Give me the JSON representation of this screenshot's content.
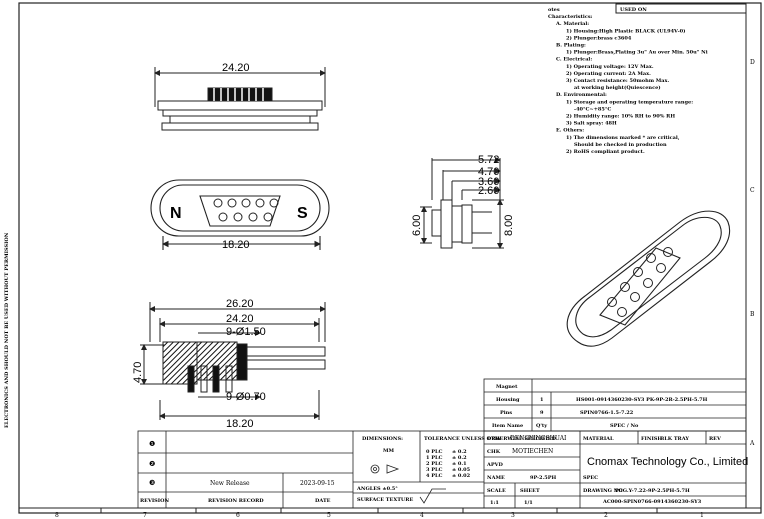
{
  "side_text": "ELECTRONICS AND SHOULD NOT BE USED WITHOUT PERMISSION",
  "top_box_label": "USED ON",
  "zones_right": [
    "D",
    "C",
    "B",
    "A"
  ],
  "zones_bottom": [
    "8",
    "7",
    "6",
    "5",
    "4",
    "3",
    "2",
    "1"
  ],
  "notes": {
    "lines": [
      "otes",
      "Characteristics:",
      "A. Material:",
      "1) Housing:High Plastic BLACK (UL94V-0)",
      "2) Plunger:brass c3604",
      "B. Plating:",
      "1) Plunger:Brass,Plating 3u\" Au over Min. 50u\" Ni",
      "C. Electrical:",
      "1) Operating voltage: 12V Max.",
      "2) Operating current: 2A Max.",
      "3) Contact resistance: 50mohm Max.",
      "at working height(Quiescence)",
      "D. Environmental:",
      "1) Storage and operating temperature range:",
      "-40°C~+85°C",
      "2) Humidity range: 10% RH to 90% RH",
      "3) Salt spray: 48H",
      "E. Others:",
      "1) The dimensions marked * are critical,",
      "Should be checked in production",
      "2) RoHS compliant product."
    ]
  },
  "dims": {
    "top_width": "24.20",
    "front_width": "18.20",
    "front_n": "N",
    "front_s": "S",
    "side_572": "5.72",
    "side_470": "4.70",
    "side_360": "3.60",
    "side_260": "2.60",
    "side_600": "6.00",
    "side_800": "8.00",
    "sec_2620": "26.20",
    "sec_2420": "24.20",
    "sec_pins150": "9-Ø1.50",
    "sec_470": "4.70",
    "sec_pins070": "9-Ø0.70",
    "sec_1820": "18.20"
  },
  "bom": {
    "header": "Magnet",
    "rows": [
      {
        "name": "Housing",
        "qty": "1",
        "part": "HS001-0914360230-SY3  PK-9P-2R-2.5PH-5.7H"
      },
      {
        "name": "Pins",
        "qty": "9",
        "part": "SPIN0766-1.5-7.22"
      },
      {
        "name": "Item Name",
        "qty": "Q'ty",
        "part": "SPEC / No"
      }
    ]
  },
  "title_block": {
    "revisions": [
      {
        "sym": "❶",
        "desc": "",
        "date": ""
      },
      {
        "sym": "❷",
        "desc": "",
        "date": ""
      },
      {
        "sym": "❸",
        "desc": "New Release",
        "date": "2023-09-15"
      }
    ],
    "rev_header": "REVISION",
    "desc_header": "REVISION RECORD",
    "date_header": "DATE",
    "dimensions_label": "DIMENSIONS:",
    "dimensions_unit": "MM",
    "tolerance_label": "TOLERANCE UNLESS OTHERWISE SPECIFIED",
    "tolerances": [
      {
        "range": "0 PLC",
        "value": "± 0.2"
      },
      {
        "range": "1 PLC",
        "value": "± 0.2"
      },
      {
        "range": "2 PLC",
        "value": "± 0.1"
      },
      {
        "range": "3 PLC",
        "value": "± 0.05"
      },
      {
        "range": "4 PLC",
        "value": "± 0.02"
      }
    ],
    "angles": "ANGLES ±0.5°",
    "surface": "SURFACE TEXTURE",
    "drw_label": "DRW",
    "drw_value": "DENGYINGSHUAI",
    "chk_label": "CHK",
    "chk_value": "MOTIECHEN",
    "apvd_label": "APVD",
    "name_label": "NAME",
    "name_value": "9P-2.5PH",
    "scale_label": "SCALE",
    "scale_value": "1:1",
    "sheet_label": "SHEET",
    "sheet_value": "1/1",
    "material_label": "MATERIAL",
    "finish_label": "FINISH",
    "finish_value": "BLK TRAY",
    "rev_label": "REV",
    "company": "Cnomax Technology Co., Limited",
    "spec_label": "SPEC",
    "spec_value": "PCG.Y-7.22-9P-2.5PH-5.7H",
    "drawing_label": "DRAWING NO",
    "drawing_value": "AC000-SPIN0766-0914360230-SY3"
  }
}
